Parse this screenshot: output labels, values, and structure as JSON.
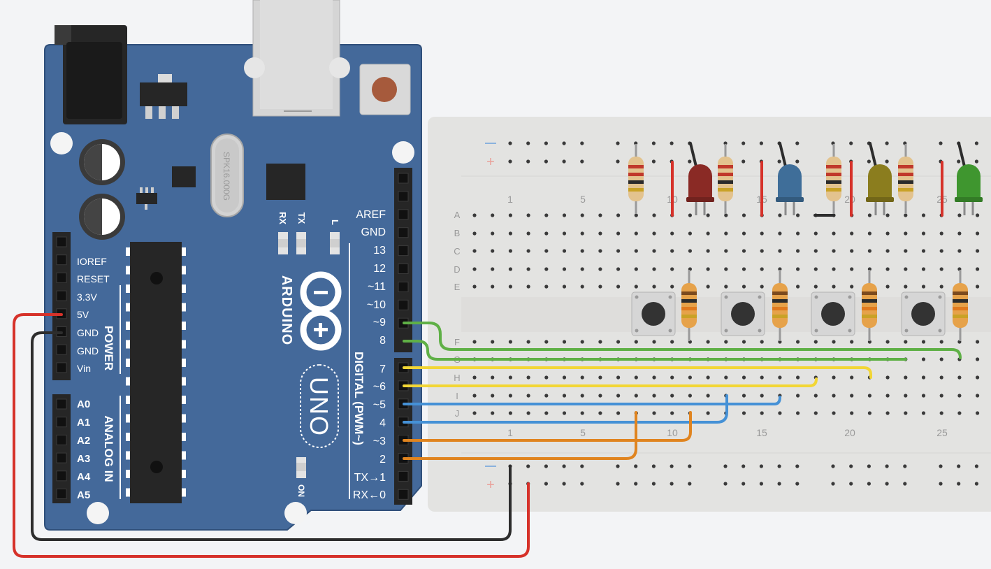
{
  "canvas": {
    "background": "#f3f4f6"
  },
  "arduino": {
    "brand": "ARDUINO",
    "model": "UNO",
    "crystal": "SPK16.000G",
    "led_labels": {
      "rx": "RX",
      "tx": "TX",
      "l": "L"
    },
    "on_label": "ON",
    "power_header": "POWER",
    "analog_header": "ANALOG IN",
    "digital_header": "DIGITAL (PWM~)",
    "power_pins": [
      "IOREF",
      "RESET",
      "3.3V",
      "5V",
      "GND",
      "GND",
      "Vin"
    ],
    "analog_pins": [
      "A0",
      "A1",
      "A2",
      "A3",
      "A4",
      "A5"
    ],
    "digital_top_pins": [
      "AREF",
      "GND",
      "13",
      "12",
      "~11",
      "~10",
      "~9",
      "8"
    ],
    "digital_bottom_pins": [
      "7",
      "~6",
      "~5",
      "4",
      "~3",
      "2",
      "TX→1",
      "RX←0"
    ],
    "colors": {
      "board": "#44699a",
      "board_edge": "#2f4f7a",
      "text": "#ffffff"
    }
  },
  "breadboard": {
    "column_labels": [
      "1",
      "5",
      "10",
      "15",
      "20",
      "25"
    ],
    "row_labels_top": [
      "A",
      "B",
      "C",
      "D",
      "E"
    ],
    "row_labels_bottom": [
      "F",
      "G",
      "H",
      "I",
      "J"
    ],
    "rail_labels": {
      "minus": "−",
      "plus": "+"
    },
    "colors": {
      "body": "#e3e3e1",
      "hole": "#3a3a3a",
      "text": "#9a9a9a"
    }
  },
  "components": {
    "leds": [
      {
        "name": "red-led",
        "color": "#8a2a25"
      },
      {
        "name": "blue-led",
        "color": "#3f6e99"
      },
      {
        "name": "olive-led",
        "color": "#8b7d1e"
      },
      {
        "name": "green-led",
        "color": "#3f962f"
      }
    ],
    "buttons": [
      "button-1",
      "button-2",
      "button-3",
      "button-4"
    ]
  },
  "wires": {
    "colors": {
      "red": "#d6322a",
      "black": "#2d2d2d",
      "green": "#5fb046",
      "yellow": "#f2d635",
      "blue": "#4591d6",
      "orange": "#e0841f"
    }
  }
}
